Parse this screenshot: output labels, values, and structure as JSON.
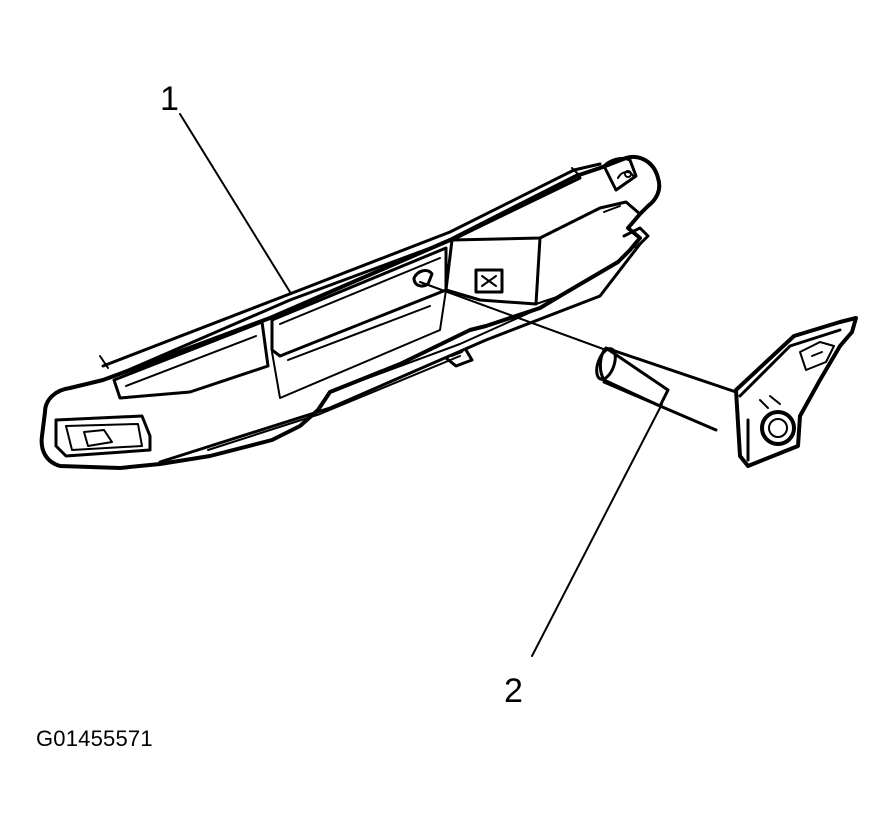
{
  "callouts": [
    {
      "label": "1"
    },
    {
      "label": "2"
    }
  ],
  "figure_id": "G01455571",
  "colors": {
    "ink": "#000000",
    "paper": "#ffffff"
  }
}
